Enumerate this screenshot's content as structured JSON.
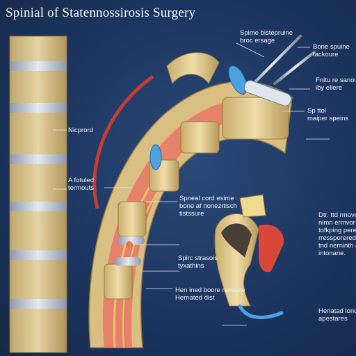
{
  "title": "Spinial of Statennossirosis Surgery",
  "labels": {
    "top_right_1": [
      "Spime bistepruine",
      "broc ersage"
    ],
    "top_right_2": [
      "Bone spuine",
      "tackoure"
    ],
    "right_mid": [
      "Fnitu re sanousc",
      "iby eliere"
    ],
    "right_spine": [
      "Sp ttol",
      "maiper speins"
    ],
    "left_1": [
      "Nicprord"
    ],
    "left_2": [
      "A  fotuled",
      "termouts"
    ],
    "center_1": [
      "Spneal cord esime",
      "bone af nonezrtisch",
      "tistssure"
    ],
    "center_2": [
      "Spirc strasois",
      "tyxathins"
    ],
    "center_3": [
      "Hen ined boore renoure",
      "Hernated dist"
    ],
    "instrument_1": [
      "Dtr. ttd rmovel",
      "nimn ermvor al",
      "tofkping pereued",
      "rressporered fer",
      "tnd nerninth ared",
      "intonane."
    ],
    "instrument_2": [
      "Heriatad lonor",
      "apestares"
    ]
  },
  "colors": {
    "background": "#1c3560",
    "bone": "#e8d39c",
    "disc": "#c9d4e2",
    "nerve": "#e06a5c",
    "implant": "#4aa3e0"
  }
}
